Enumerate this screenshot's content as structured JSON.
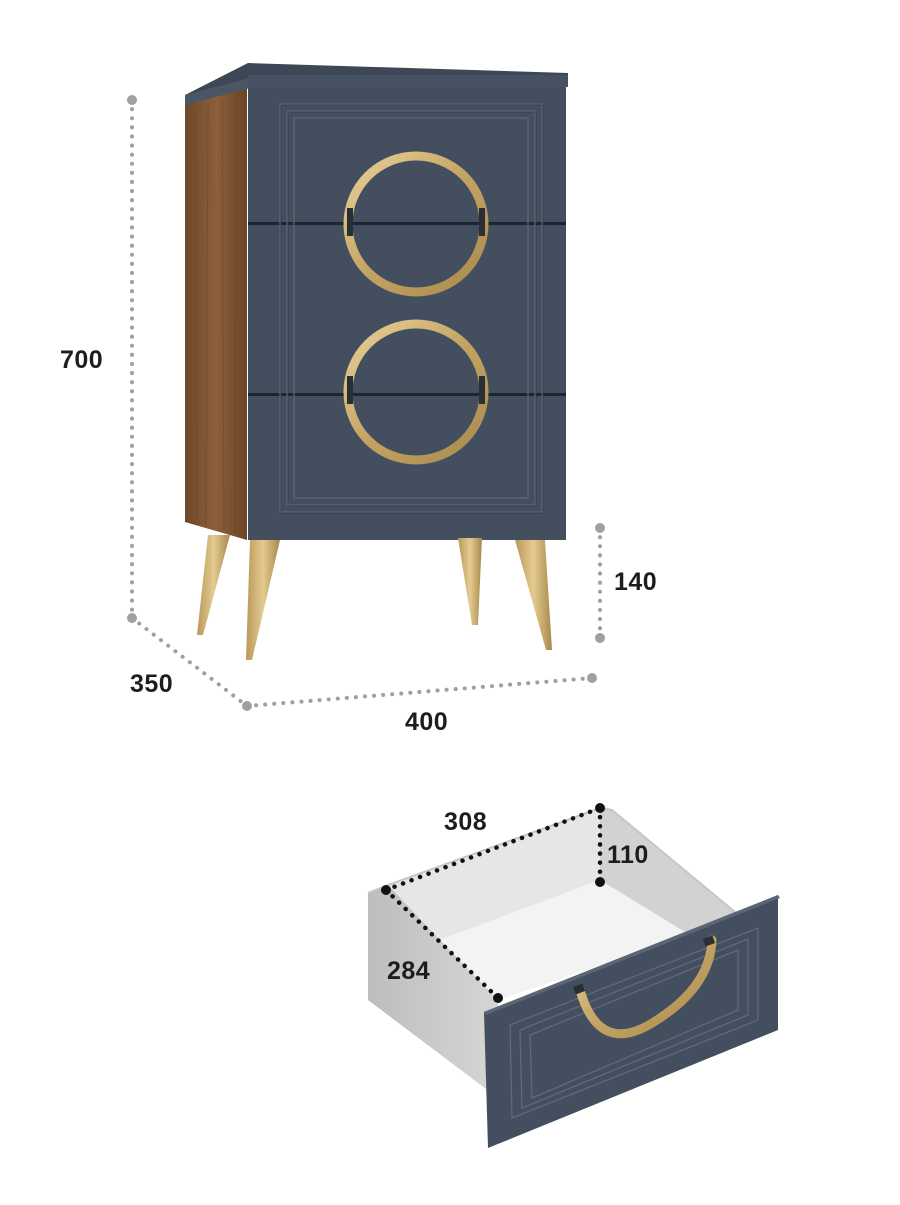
{
  "colors": {
    "panel": "#434f5f",
    "panel_dark": "#3a4553",
    "groove": "#5c6878",
    "walnut": "#7a5232",
    "walnut_light": "#936640",
    "gold": "#c9ab6e",
    "gold_light": "#e2c98f",
    "drawer_white": "#dcdcdc",
    "drawer_floor": "#f1f1f1",
    "dim_dots_gray": "#a0a0a0",
    "dim_dots_black": "#111111",
    "label": "#1d1d1d"
  },
  "dimensions": {
    "cabinet": {
      "height": "700",
      "depth": "350",
      "width": "400",
      "leg_height": "140"
    },
    "drawer_interior": {
      "width": "308",
      "depth": "284",
      "height": "110"
    }
  },
  "icons": {
    "cabinet": "three-drawer-cabinet-illustration",
    "drawer": "open-drawer-illustration",
    "handle": "gold-ring-handle-icon"
  }
}
